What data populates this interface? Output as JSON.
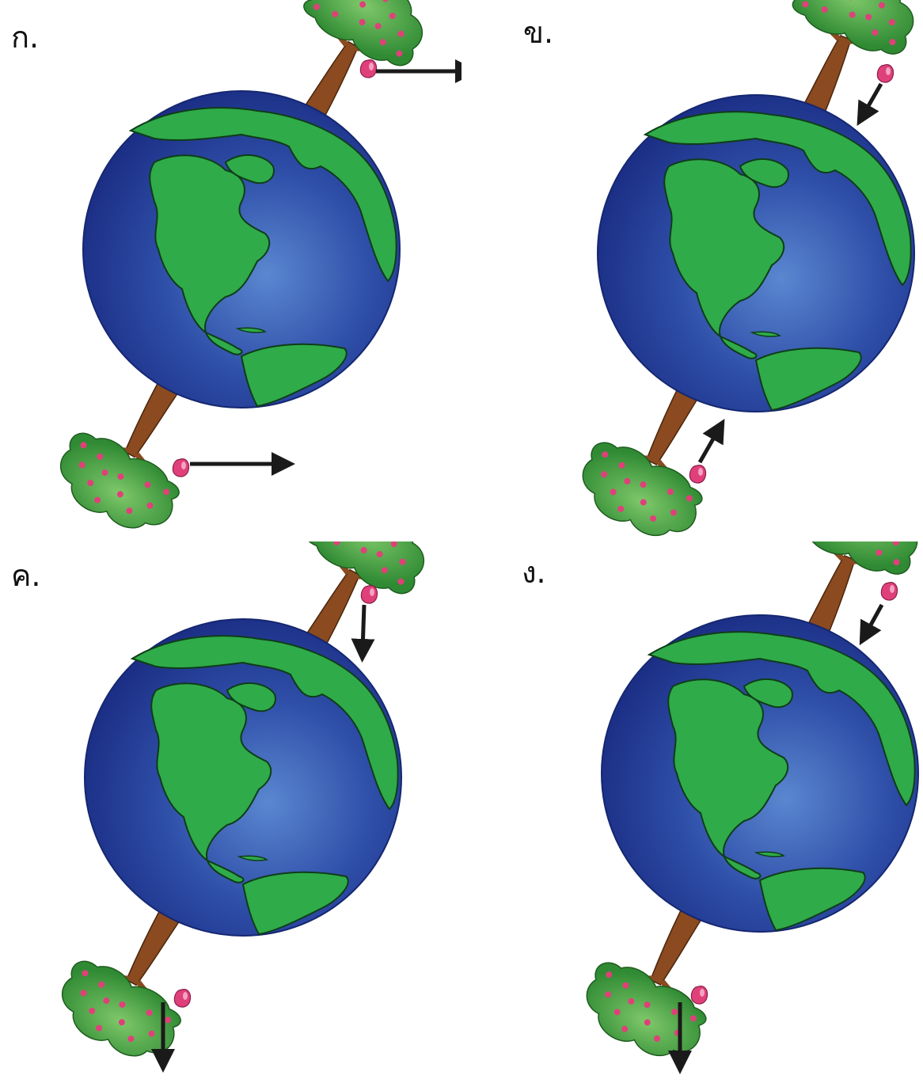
{
  "panels": [
    {
      "label": "ก.",
      "arrow_direction": "horizontal-right"
    },
    {
      "label": "ข.",
      "arrow_direction": "toward-earth-center"
    },
    {
      "label": "ค.",
      "arrow_direction": "straight-down"
    },
    {
      "label": "ง.",
      "arrow_direction": "top-toward-center-bottom-down"
    }
  ],
  "colors": {
    "ocean_dark": "#1f3a8c",
    "ocean_light": "#4b79c6",
    "land": "#2fab4a",
    "trunk": "#8b4a1f",
    "foliage": "#3f9a3c",
    "fruit": "#e0407a",
    "arrow": "#1a1a1a"
  }
}
